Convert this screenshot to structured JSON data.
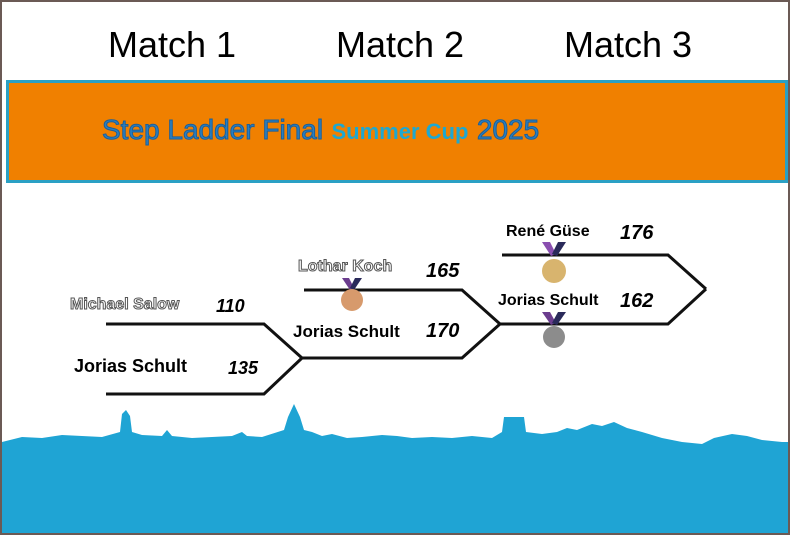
{
  "header": {
    "matches": [
      "Match 1",
      "Match 2",
      "Match 3"
    ]
  },
  "banner": {
    "title": "Step Ladder Final",
    "subtitle": "Summer Cup",
    "year": "2025"
  },
  "colors": {
    "banner_background": "#f08000",
    "banner_border": "#2aa0c4",
    "banner_text": "#2a7fc0",
    "skyline": "#1fa4d4",
    "gold": "#d8b46e",
    "bronze": "#d79a6c",
    "silver": "#8c8c8c",
    "ribbon": "#6b3d8e"
  },
  "bracket": {
    "match1": {
      "top": {
        "player": "Michael Salow",
        "score": "110"
      },
      "bottom": {
        "player": "Jorias Schult",
        "score": "135"
      }
    },
    "match2": {
      "top": {
        "player": "Lothar Koch",
        "score": "165",
        "medal": "bronze"
      },
      "bottom": {
        "player": "Jorias Schult",
        "score": "170"
      }
    },
    "match3": {
      "top": {
        "player": "René Güse",
        "score": "176",
        "medal": "gold"
      },
      "bottom": {
        "player": "Jorias Schult",
        "score": "162",
        "medal": "silver"
      }
    }
  }
}
